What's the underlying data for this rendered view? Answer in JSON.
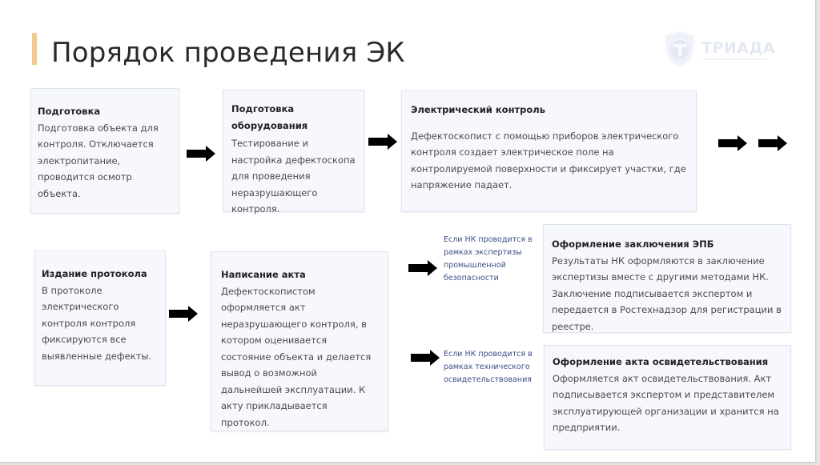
{
  "slide": {
    "title": "Порядок проведения ЭК",
    "accent_color": "#f3c98d",
    "logo": {
      "name": "ТРИАДА"
    }
  },
  "steps": [
    {
      "id": "podgotovka",
      "heading": "Подготовка",
      "text": "Подготовка объекта для контроля. Отключается электропитание, проводится осмотр объекта."
    },
    {
      "id": "podgotovka-oborudovaniya",
      "heading": "Подготовка оборудования",
      "text": "Тестирование и настройка дефектоскопа для проведения неразрушающего контроля."
    },
    {
      "id": "elektricheskiy-kontrol",
      "heading": "Электрический контроль",
      "text": "Дефектоскопист с помощью приборов электрического контроля создает электрическое поле на контролируемой поверхности и фиксирует участки, где напряжение падает."
    },
    {
      "id": "izdanie-protokola",
      "heading": "Издание протокола",
      "text": "В протоколе электрического контроля контроля фиксируются все выявленные дефекты."
    },
    {
      "id": "napisanie-akta",
      "heading": "Написание акта",
      "text": "Дефектоскопистом оформляется акт неразрушающего контроля, в котором оценивается состояние объекта и делается вывод о возможной дальнейшей эксплуатации. К акту прикладывается протокол."
    },
    {
      "id": "zaklyuchenie-epb",
      "heading": "Оформление заключения ЭПБ",
      "text": "Результаты НК оформляются в заключение экспертизы вместе с другими методами НК. Заключение подписывается экспертом и передается в Ростехнадзор для регистрации в реестре."
    },
    {
      "id": "akt-osvidetelstvovaniya",
      "heading": "Оформление акта освидетельствования",
      "text": "Оформляется акт освидетельствования. Акт подписывается экспертом и представителем эксплуатирующей организации и хранится на предприятии."
    }
  ],
  "conditions": [
    {
      "text": "Если НК проводится в рамках экспертизы промышленной безопасности"
    },
    {
      "text": "Если НК проводится в рамках технического освидетельствования"
    }
  ],
  "colors": {
    "card_bg": "#f7f8fd",
    "card_border": "#dfe3ee",
    "note_text": "#3c4f86",
    "arrow": "#000000"
  }
}
